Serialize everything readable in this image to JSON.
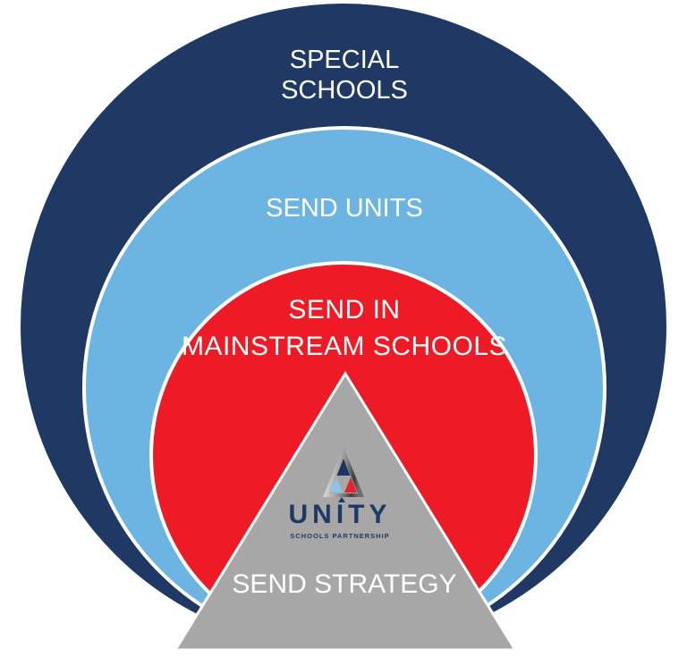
{
  "diagram": {
    "rings": [
      {
        "name": "special-schools",
        "line1": "SPECIAL",
        "line2": "SCHOOLS",
        "color": "#1F3864",
        "text_color": "#FFFFFF"
      },
      {
        "name": "send-units",
        "line1": "SEND UNITS",
        "color": "#6CB5E3",
        "text_color": "#FFFFFF"
      },
      {
        "name": "send-in-mainstream",
        "line1": "SEND IN",
        "line2": "MAINSTREAM SCHOOLS",
        "color": "#EE1B26",
        "text_color": "#FFFFFF"
      }
    ],
    "strategy": {
      "label": "SEND STRATEGY",
      "color": "#A7A7A7",
      "outline_color": "#FFFFFF",
      "text_color": "#FFFFFF"
    },
    "logo": {
      "brand": "UNITY",
      "tagline": "SCHOOLS PARTNERSHIP",
      "colors": {
        "navy": "#1E355F",
        "light_blue": "#8FC3EA",
        "red": "#E6202F",
        "gray": "#A7A7A7",
        "chrome_light": "#FAFAFA",
        "chrome_dark": "#3F3F3F",
        "wordmark": "#1F3864"
      }
    }
  }
}
